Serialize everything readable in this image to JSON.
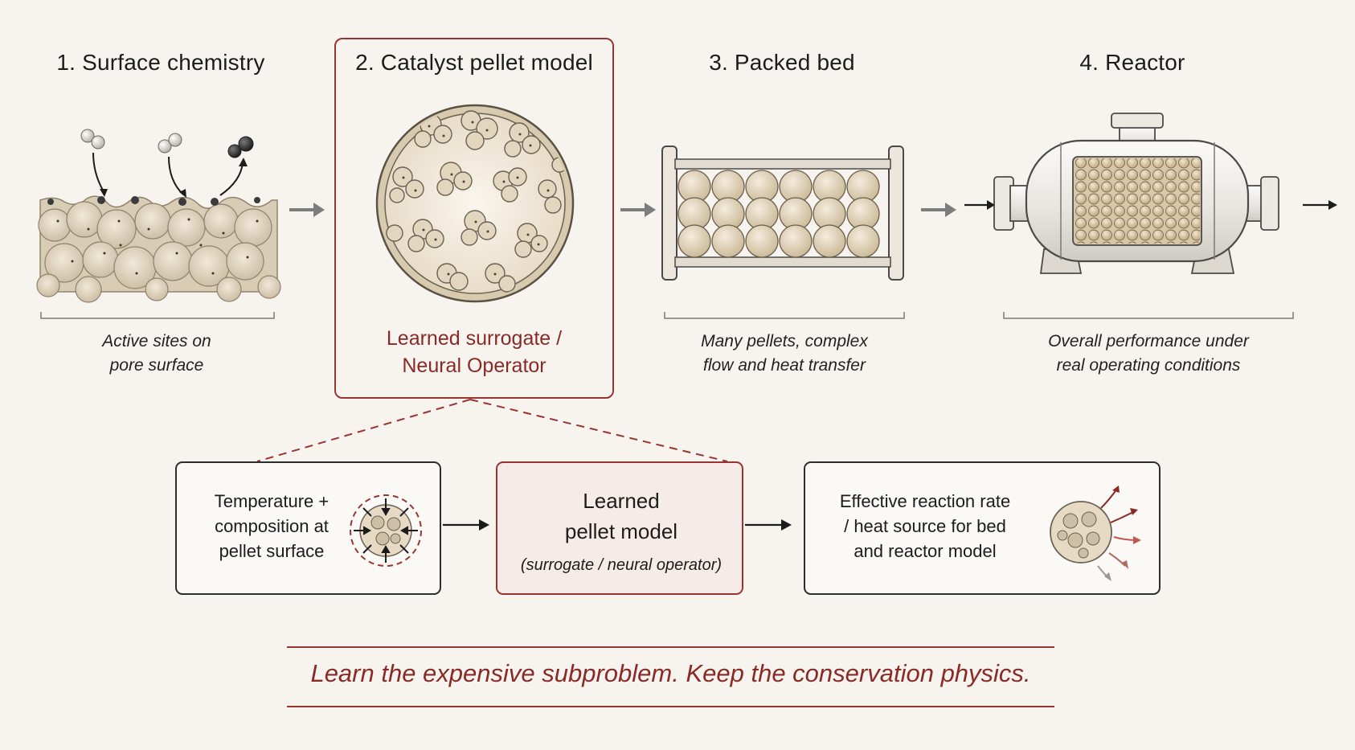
{
  "stages": [
    {
      "title": "1. Surface chemistry",
      "caption": [
        "Active sites on",
        "pore surface"
      ]
    },
    {
      "title": "2. Catalyst pellet model",
      "caption": [
        "Learned surrogate /",
        "Neural Operator"
      ]
    },
    {
      "title": "3. Packed bed",
      "caption": [
        "Many pellets, complex",
        "flow and heat transfer"
      ]
    },
    {
      "title": "4. Reactor",
      "caption": [
        "Overall performance under",
        "real operating conditions"
      ]
    }
  ],
  "flow": {
    "input": {
      "lines": [
        "Temperature +",
        "composition at",
        "pellet surface"
      ]
    },
    "model": {
      "title_lines": [
        "Learned",
        "pellet model"
      ],
      "subtitle": "(surrogate / neural operator)"
    },
    "output": {
      "lines": [
        "Effective reaction rate",
        "/ heat source for bed",
        "and reactor model"
      ]
    }
  },
  "tagline": "Learn the expensive subproblem. Keep the conservation physics.",
  "colors": {
    "accent": "#8a2a26",
    "background": "#f7f4ef",
    "pellet": "#e8dcc8"
  }
}
